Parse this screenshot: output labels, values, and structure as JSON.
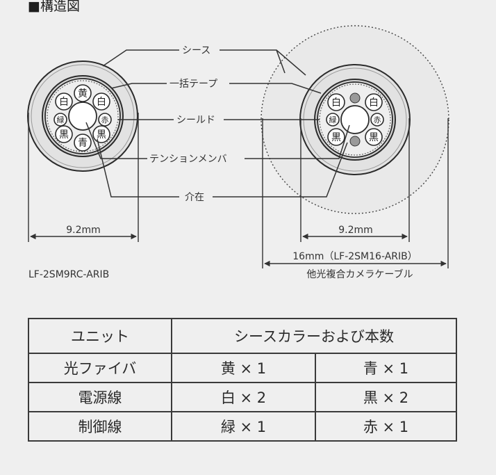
{
  "title": "■構造図",
  "labels": {
    "sheath": "シース",
    "tape": "一括テープ",
    "shield": "シールド",
    "tension_member": "テンションメンバ",
    "filler": "介在"
  },
  "cable_left": {
    "dimension": "9.2mm",
    "model": "LF-2SM9RC-ARIB",
    "cores": [
      "黄",
      "白",
      "白",
      "緑",
      "赤",
      "黒",
      "黒",
      "青"
    ]
  },
  "cable_right": {
    "dimension_inner": "9.2mm",
    "dimension_outer": "16mm（LF-2SM16-ARIB）",
    "caption": "他光複合カメラケーブル",
    "cores": [
      "白",
      "白",
      "緑",
      "赤",
      "黒",
      "黒"
    ]
  },
  "table": {
    "header_unit": "ユニット",
    "header_colors": "シースカラーおよび本数",
    "rows": [
      {
        "unit": "光ファイバ",
        "c1": "黄 × 1",
        "c2": "青 × 1"
      },
      {
        "unit": "電源線",
        "c1": "白 × 2",
        "c2": "黒 × 2"
      },
      {
        "unit": "制御線",
        "c1": "緑 × 1",
        "c2": "赤 × 1"
      }
    ]
  }
}
